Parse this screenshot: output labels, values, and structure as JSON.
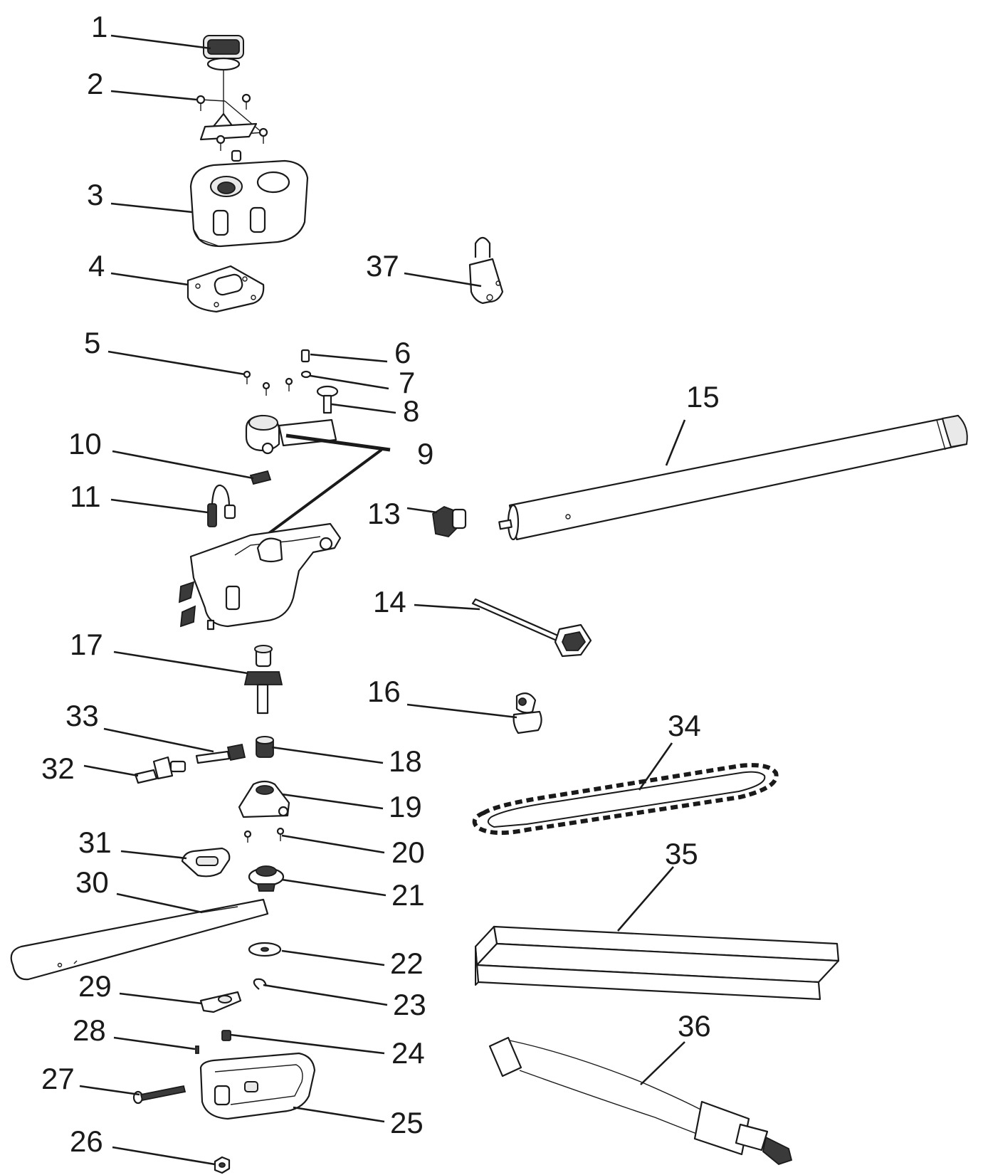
{
  "diagram": {
    "type": "exploded-parts-diagram",
    "callouts": [
      {
        "id": "1",
        "label": "1"
      },
      {
        "id": "2",
        "label": "2"
      },
      {
        "id": "3",
        "label": "3"
      },
      {
        "id": "4",
        "label": "4"
      },
      {
        "id": "5",
        "label": "5"
      },
      {
        "id": "6",
        "label": "6"
      },
      {
        "id": "7",
        "label": "7"
      },
      {
        "id": "8",
        "label": "8"
      },
      {
        "id": "9",
        "label": "9"
      },
      {
        "id": "10",
        "label": "10"
      },
      {
        "id": "11",
        "label": "11"
      },
      {
        "id": "13",
        "label": "13"
      },
      {
        "id": "14",
        "label": "14"
      },
      {
        "id": "15",
        "label": "15"
      },
      {
        "id": "16",
        "label": "16"
      },
      {
        "id": "17",
        "label": "17"
      },
      {
        "id": "18",
        "label": "18"
      },
      {
        "id": "19",
        "label": "19"
      },
      {
        "id": "20",
        "label": "20"
      },
      {
        "id": "21",
        "label": "21"
      },
      {
        "id": "22",
        "label": "22"
      },
      {
        "id": "23",
        "label": "23"
      },
      {
        "id": "24",
        "label": "24"
      },
      {
        "id": "25",
        "label": "25"
      },
      {
        "id": "26",
        "label": "26"
      },
      {
        "id": "27",
        "label": "27"
      },
      {
        "id": "28",
        "label": "28"
      },
      {
        "id": "29",
        "label": "29"
      },
      {
        "id": "30",
        "label": "30"
      },
      {
        "id": "31",
        "label": "31"
      },
      {
        "id": "32",
        "label": "32"
      },
      {
        "id": "33",
        "label": "33"
      },
      {
        "id": "34",
        "label": "34"
      },
      {
        "id": "35",
        "label": "35"
      },
      {
        "id": "36",
        "label": "36"
      },
      {
        "id": "37",
        "label": "37"
      }
    ]
  }
}
